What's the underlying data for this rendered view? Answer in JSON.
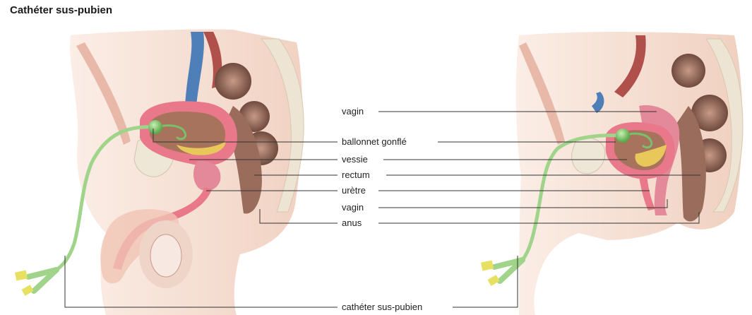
{
  "title": "Cathéter sus-pubien",
  "labels": {
    "vagin_top": "vagin",
    "ballonnet": "ballonnet gonflé",
    "vessie": "vessie",
    "rectum": "rectum",
    "uretre": "urètre",
    "vagin_bottom": "vagin",
    "anus": "anus",
    "catheter": "cathéter sus-pubien"
  },
  "colors": {
    "skin": "#f5ddd0",
    "bone": "#ece4d4",
    "bladder_wall": "#e8788a",
    "rectum": "#a47a6c",
    "catheter": "#9fd48a",
    "balloon": "#7ac06a",
    "urine": "#e8c85a",
    "vessel_blue": "#4f7fb8",
    "vessel_red": "#b0504a"
  }
}
